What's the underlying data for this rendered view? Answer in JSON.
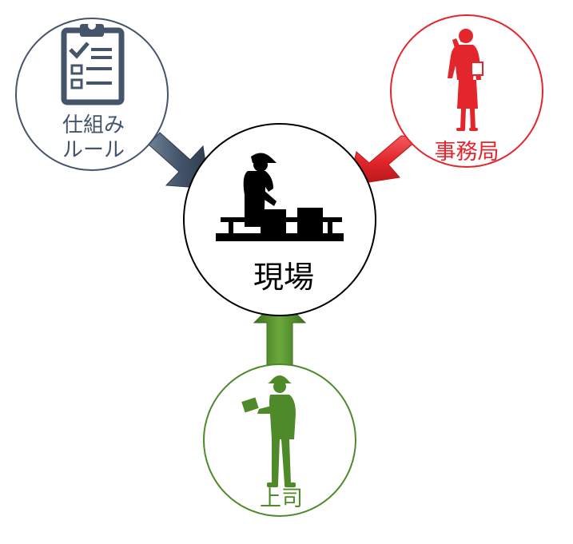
{
  "nodes": {
    "center": {
      "label": "現場",
      "stroke": "#000000",
      "icon": "factory-worker-icon"
    },
    "rules": {
      "label_line1": "仕組み",
      "label_line2": "ルール",
      "color": "#44546a",
      "icon": "clipboard-checklist-icon"
    },
    "office": {
      "label": "事務局",
      "color": "#e3262c",
      "icon": "businesswoman-phone-icon"
    },
    "boss": {
      "label": "上司",
      "color": "#4f8a2a",
      "icon": "foreman-hardhat-icon"
    }
  },
  "arrows": {
    "rules_to_center": {
      "color": "#44546a"
    },
    "office_to_center": {
      "color": "#e3262c"
    },
    "boss_to_center": {
      "color": "#4f8a2a"
    }
  }
}
